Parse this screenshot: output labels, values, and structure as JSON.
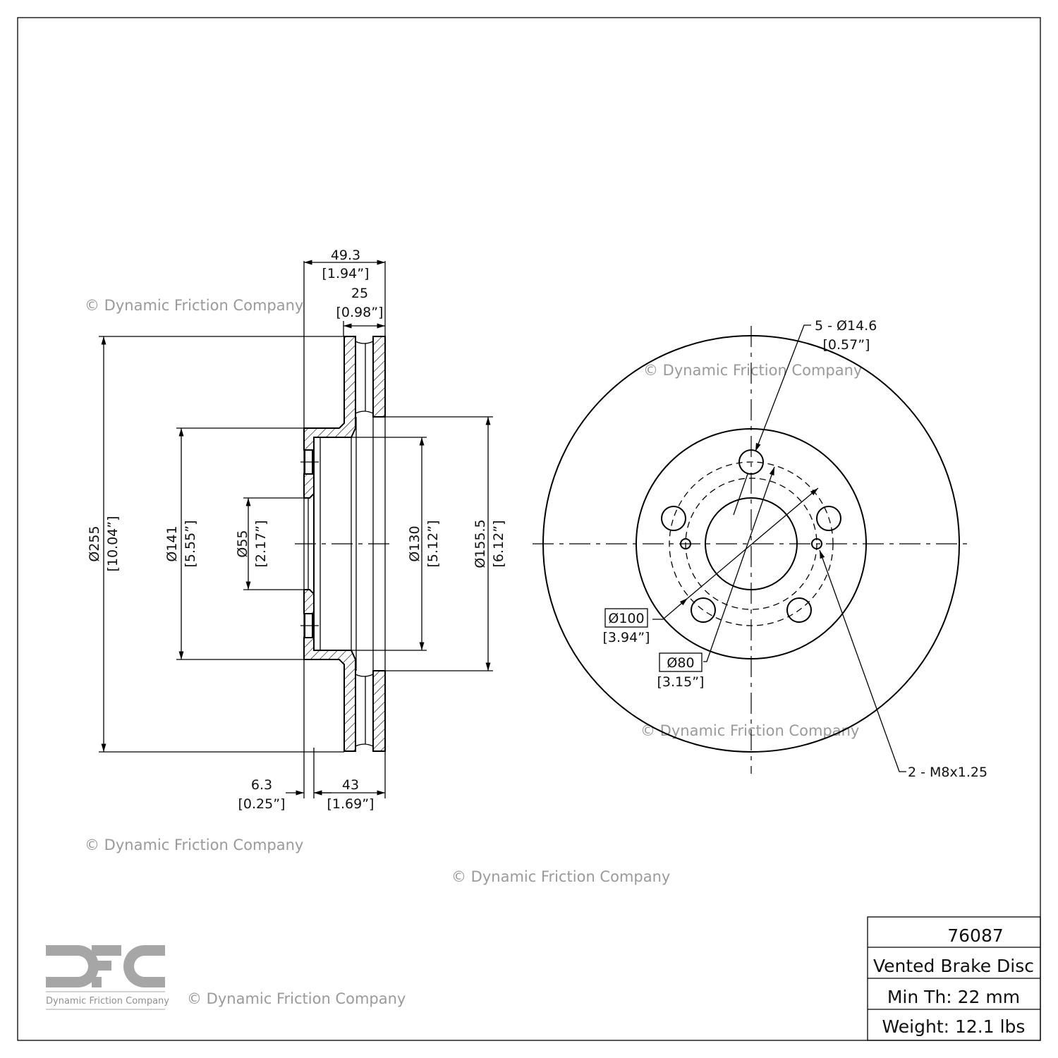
{
  "part_number": "76087",
  "description": "Vented Brake Disc",
  "min_thickness": "Min Th: 22 mm",
  "weight": "Weight: 12.1 lbs",
  "watermark": "© Dynamic Friction Company",
  "logo": {
    "letters": "DFC",
    "tagline": "Dynamic Friction Company",
    "color": "#a6a6a6"
  },
  "dimensions": {
    "overall_height": {
      "mm": "49.3",
      "in": "[1.94”]"
    },
    "rotor_width": {
      "mm": "25",
      "in": "[0.98”]"
    },
    "hat_thickness": {
      "mm": "6.3",
      "in": "[0.25”]"
    },
    "hat_depth": {
      "mm": "43",
      "in": "[1.69”]"
    },
    "outer_diameter": {
      "mm": "Ø255",
      "in": "[10.04”]"
    },
    "hat_diameter": {
      "mm": "Ø141",
      "in": "[5.55”]"
    },
    "center_bore": {
      "mm": "Ø55",
      "in": "[2.17”]"
    },
    "inner_hat": {
      "mm": "Ø130",
      "in": "[5.12”]"
    },
    "inner_rotor": {
      "mm": "Ø155.5",
      "in": "[6.12”]"
    },
    "bolt_holes": {
      "mm": "5 - Ø14.6",
      "in": "[0.57”]"
    },
    "bolt_circle": {
      "mm": "Ø100",
      "in": "[3.94”]"
    },
    "thread_circle": {
      "mm": "Ø80",
      "in": "[3.15”]"
    },
    "threads": {
      "label": "2 - M8x1.25"
    }
  }
}
